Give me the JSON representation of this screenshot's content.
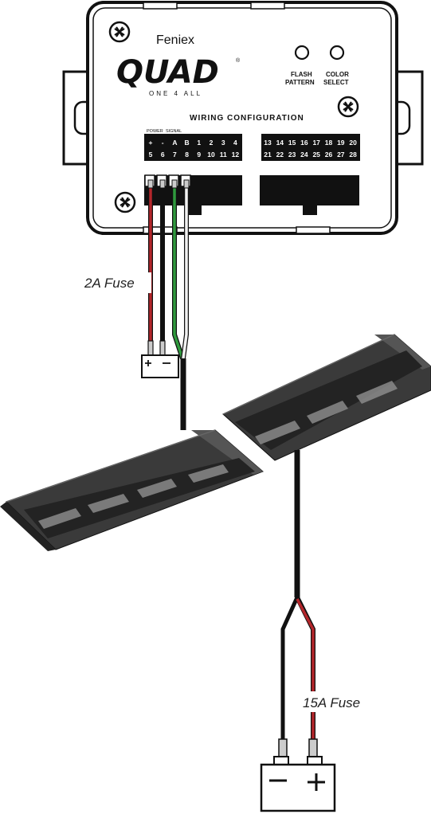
{
  "module": {
    "brand": "Feniex",
    "product": "QUAD",
    "registered_mark": "®",
    "tagline": "ONE 4 ALL",
    "flash_pattern_label": [
      "FLASH",
      "PATTERN"
    ],
    "color_select_label": [
      "COLOR",
      "SELECT"
    ],
    "wiring_title": "WIRING CONFIGURATION",
    "power_label": "POWER",
    "signal_label": "SIGNAL",
    "pins_left_top": [
      "+",
      "-",
      "A",
      "B",
      "1",
      "2",
      "3",
      "4"
    ],
    "pins_left_bottom": [
      "5",
      "6",
      "7",
      "8",
      "9",
      "10",
      "11",
      "12"
    ],
    "pins_right_top": [
      "13",
      "14",
      "15",
      "16",
      "17",
      "18",
      "19",
      "20"
    ],
    "pins_right_bottom": [
      "21",
      "22",
      "23",
      "24",
      "25",
      "26",
      "27",
      "28"
    ]
  },
  "labels": {
    "fuse_small": "2A Fuse",
    "fuse_large": "15A Fuse"
  },
  "wire_colors": {
    "red": "#b4262b",
    "black": "#1c1c1c",
    "green": "#2f9a3d",
    "white": "#f2f2f2"
  },
  "icons": {
    "screw": "screw-icon",
    "button": "button-icon",
    "battery": "battery-icon",
    "light_bar": "light-bar-icon"
  }
}
